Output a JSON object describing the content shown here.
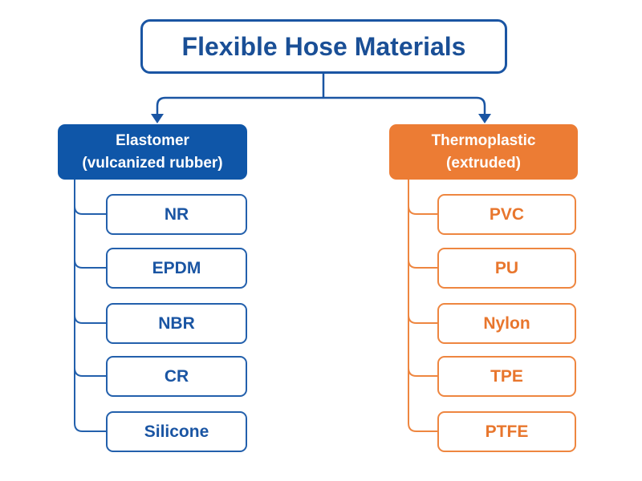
{
  "title": "Flexible Hose Materials",
  "colors": {
    "elastomer_blue": "#0f56a8",
    "thermoplastic_orange": "#ec7c34",
    "line_blue": "#2360ac",
    "line_orange": "#ee8640"
  },
  "categories": [
    {
      "label_line1": "Elastomer",
      "label_line2": "(vulcanized rubber)",
      "items": [
        "NR",
        "EPDM",
        "NBR",
        "CR",
        "Silicone"
      ]
    },
    {
      "label_line1": "Thermoplastic",
      "label_line2": "(extruded)",
      "items": [
        "PVC",
        "PU",
        "Nylon",
        "TPE",
        "PTFE"
      ]
    }
  ]
}
